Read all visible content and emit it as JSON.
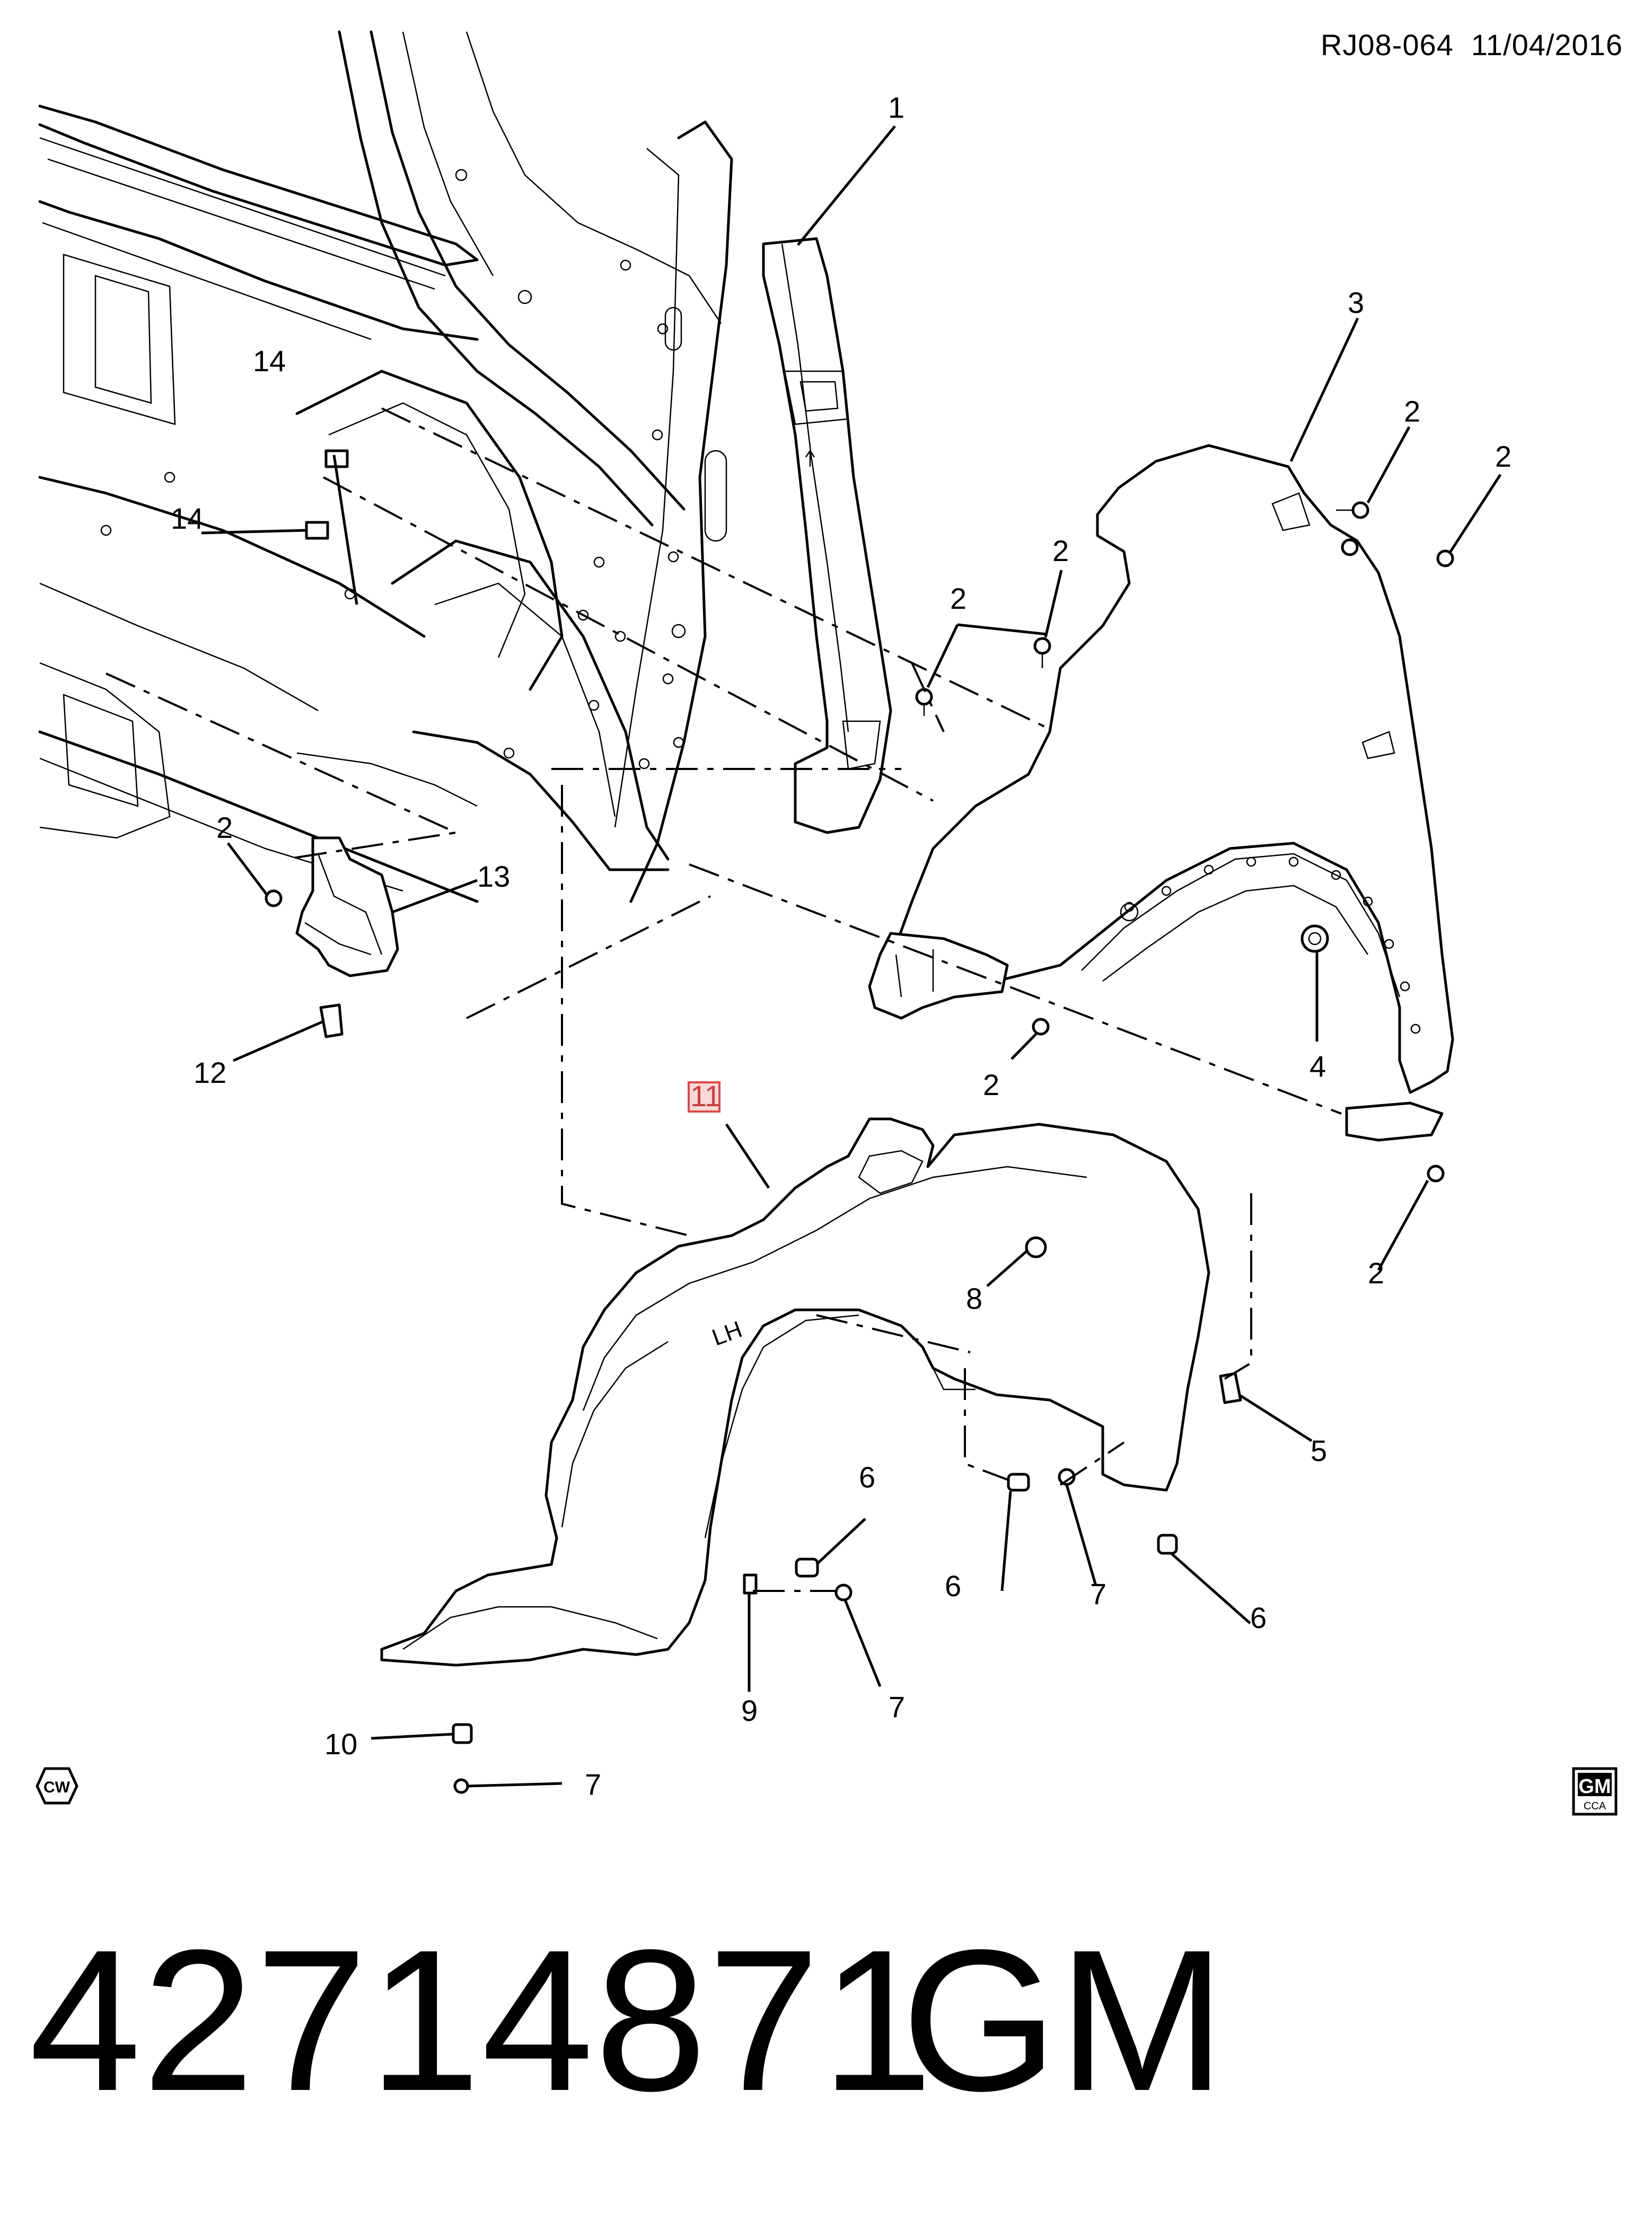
{
  "header": {
    "code": "RJ08-064",
    "date": "11/04/2016"
  },
  "callouts": {
    "c1": "1",
    "c2": "2",
    "c3": "3",
    "c4": "4",
    "c5": "5",
    "c6": "6",
    "c7": "7",
    "c8": "8",
    "c9": "9",
    "c10": "10",
    "c11": "11",
    "c12": "12",
    "c13": "13",
    "c14": "14"
  },
  "marks": {
    "liner_side": "LH",
    "cw_badge": "CW",
    "logo_top": "GM",
    "logo_bottom": "CCA"
  },
  "footer": {
    "part_number": "42714871",
    "brand": "GM"
  },
  "highlight_color": "#d94a4a"
}
